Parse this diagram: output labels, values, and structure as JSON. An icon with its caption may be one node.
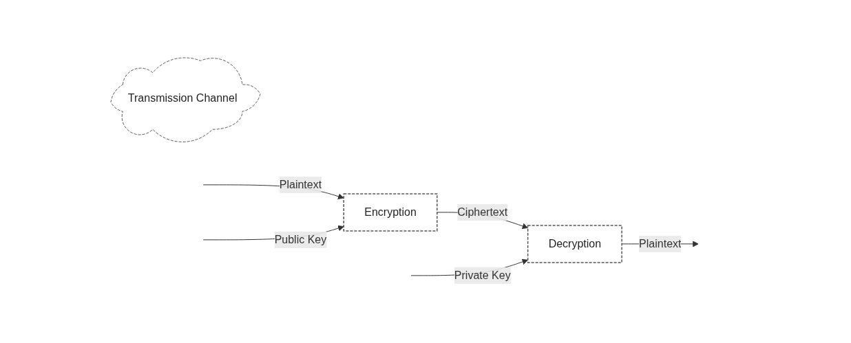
{
  "diagram": {
    "nodes": [
      {
        "text": [
          "Encryption"
        ]
      },
      {
        "text": [
          "Transmission Channel"
        ]
      },
      {
        "text": [
          "Decryption"
        ]
      }
    ],
    "edges": [
      {
        "from": null,
        "to": 0,
        "arrow": "to",
        "label": "Plaintext"
      },
      {
        "from": null,
        "to": 0,
        "arrow": "to",
        "label": "Public Key"
      },
      {
        "from": 0,
        "to": 2,
        "arrow": "to",
        "label": "Ciphertext"
      },
      {
        "from": null,
        "to": 2,
        "arrow": "to",
        "label": "Private Key"
      },
      {
        "from": 2,
        "to": null,
        "arrow": "to",
        "label": "Plaintext"
      }
    ]
  }
}
